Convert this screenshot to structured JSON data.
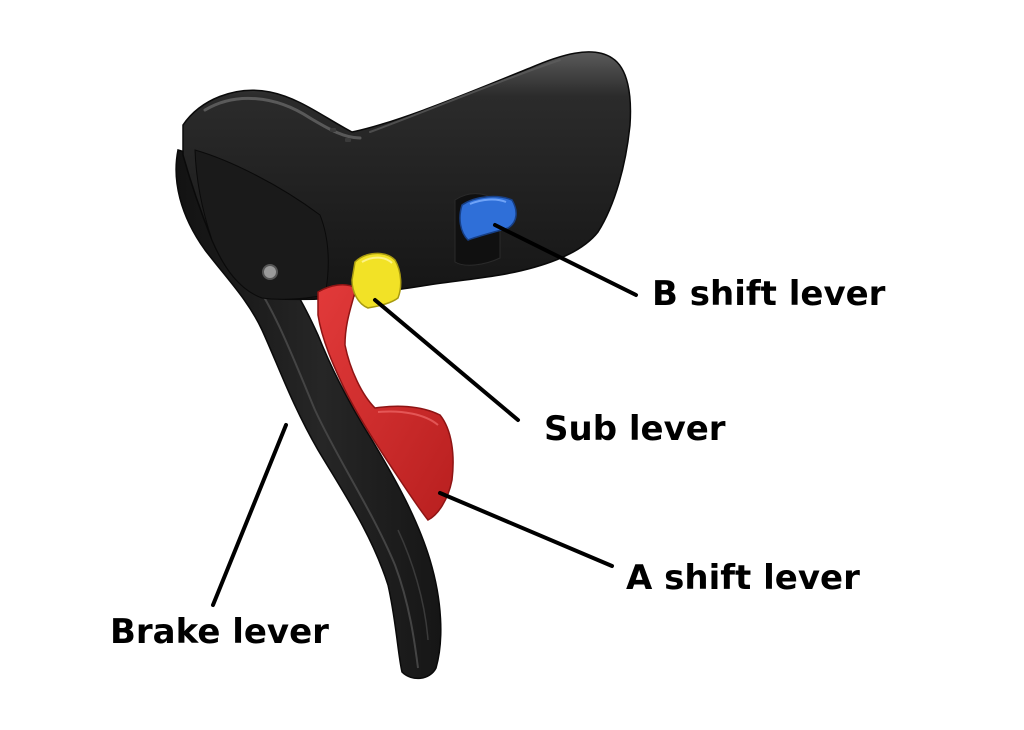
{
  "diagram": {
    "subject": "bicycle brake/shift lever assembly",
    "labels": {
      "b_shift_lever": "B shift lever",
      "sub_lever": "Sub lever",
      "a_shift_lever": "A shift lever",
      "brake_lever": "Brake lever"
    },
    "colors": {
      "background": "#ffffff",
      "body": "#1c1c1c",
      "body_highlight": "#4a4a4a",
      "b_shift_lever": "#2f6fd8",
      "sub_lever": "#f2e226",
      "a_shift_lever": "#d42a2a",
      "leader_line": "#000000",
      "label_text": "#000000"
    }
  }
}
